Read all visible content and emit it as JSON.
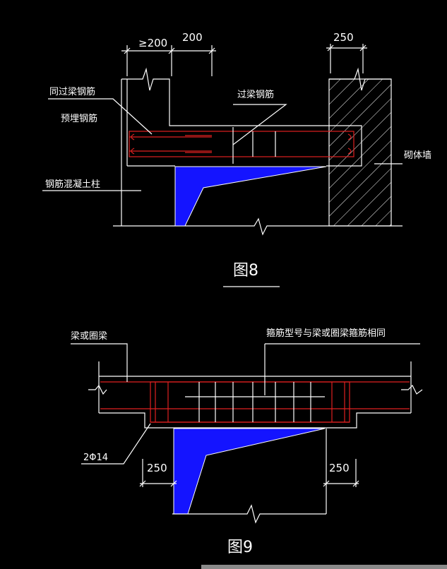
{
  "figure8": {
    "caption": "图8",
    "dim_ge200": "≥200",
    "dim_200": "200",
    "dim_250": "250",
    "label_same_rebar": "同过梁钢筋",
    "label_embedded_rebar": "预埋钢筋",
    "label_lintel_rebar": "过梁钢筋",
    "label_rc_column": "钢筋混凝土柱",
    "label_masonry_wall": "砌体墙"
  },
  "figure9": {
    "caption": "图9",
    "label_beam": "梁或圈梁",
    "label_stirrup": "箍筋型号与梁或圈梁箍筋相同",
    "label_rebar_2phi14": "2Φ14",
    "dim_250_left": "250",
    "dim_250_right": "250"
  },
  "colors": {
    "background": "#000000",
    "line": "#ffffff",
    "rebar": "#e02020",
    "fill": "#1414ff"
  }
}
